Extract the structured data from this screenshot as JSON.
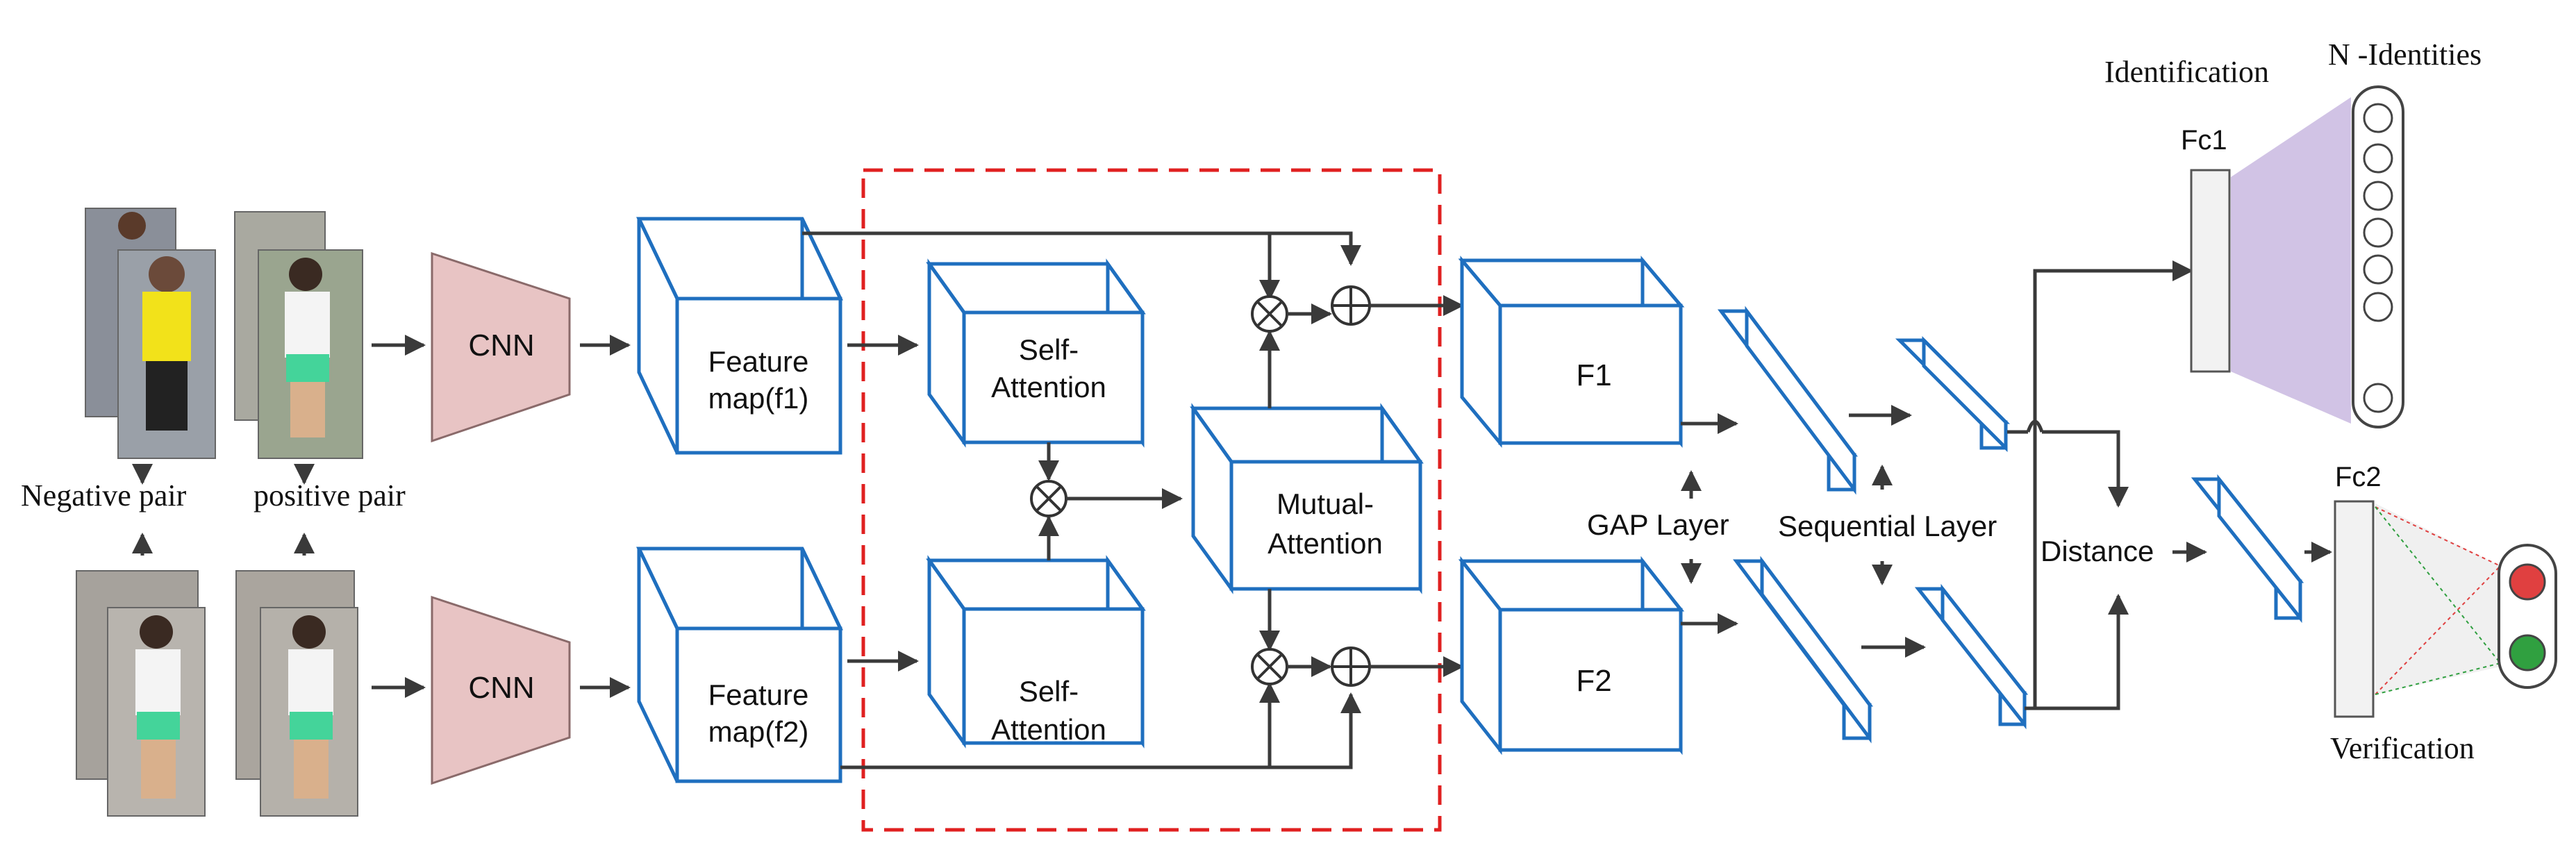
{
  "labels": {
    "negative_pair": "Negative pair",
    "positive_pair": "positive pair",
    "cnn_top": "CNN",
    "cnn_bottom": "CNN",
    "feature_map_f1_line1": "Feature",
    "feature_map_f1_line2": "map(f1)",
    "feature_map_f2_line1": "Feature",
    "feature_map_f2_line2": "map(f2)",
    "self_attention_top_line1": "Self-",
    "self_attention_top_line2": "Attention",
    "self_attention_bottom_line1": "Self-",
    "self_attention_bottom_line2": "Attention",
    "mutual_attention_line1": "Mutual-",
    "mutual_attention_line2": "Attention",
    "f1": "F1",
    "f2": "F2",
    "gap_layer": "GAP Layer",
    "sequential_layer": "Sequential Layer",
    "distance": "Distance",
    "identification": "Identification",
    "n_identities": "N -Identities",
    "fc1": "Fc1",
    "fc2": "Fc2",
    "verification": "Verification"
  },
  "colors": {
    "box_stroke": "#1f6fbf",
    "cnn_fill": "#e8c4c4",
    "dashed_region": "#e02020",
    "fc_fan": "#c9b8e0",
    "arrow": "#3a3a3a",
    "signal_red": "#e04040",
    "signal_green": "#30a040"
  }
}
